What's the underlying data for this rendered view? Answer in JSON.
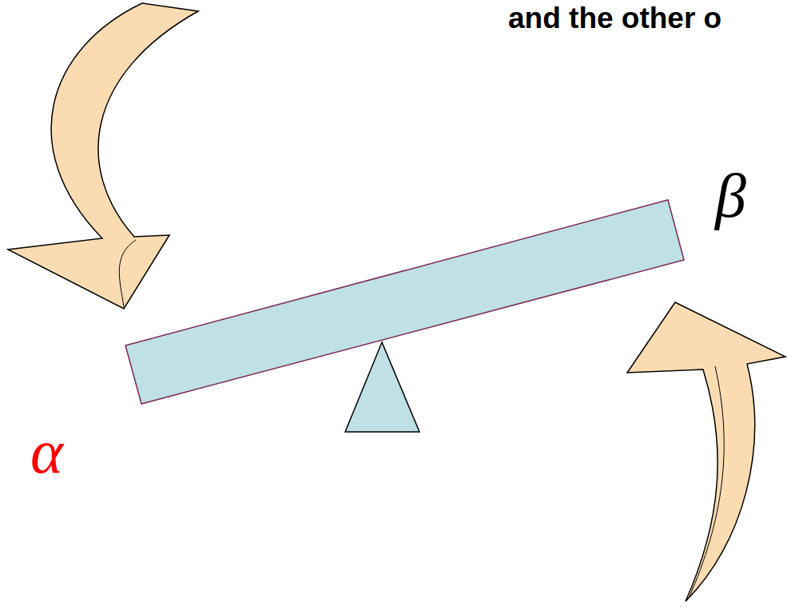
{
  "diagram": {
    "labels": [
      "and the other o",
      "α",
      "β"
    ]
  }
}
